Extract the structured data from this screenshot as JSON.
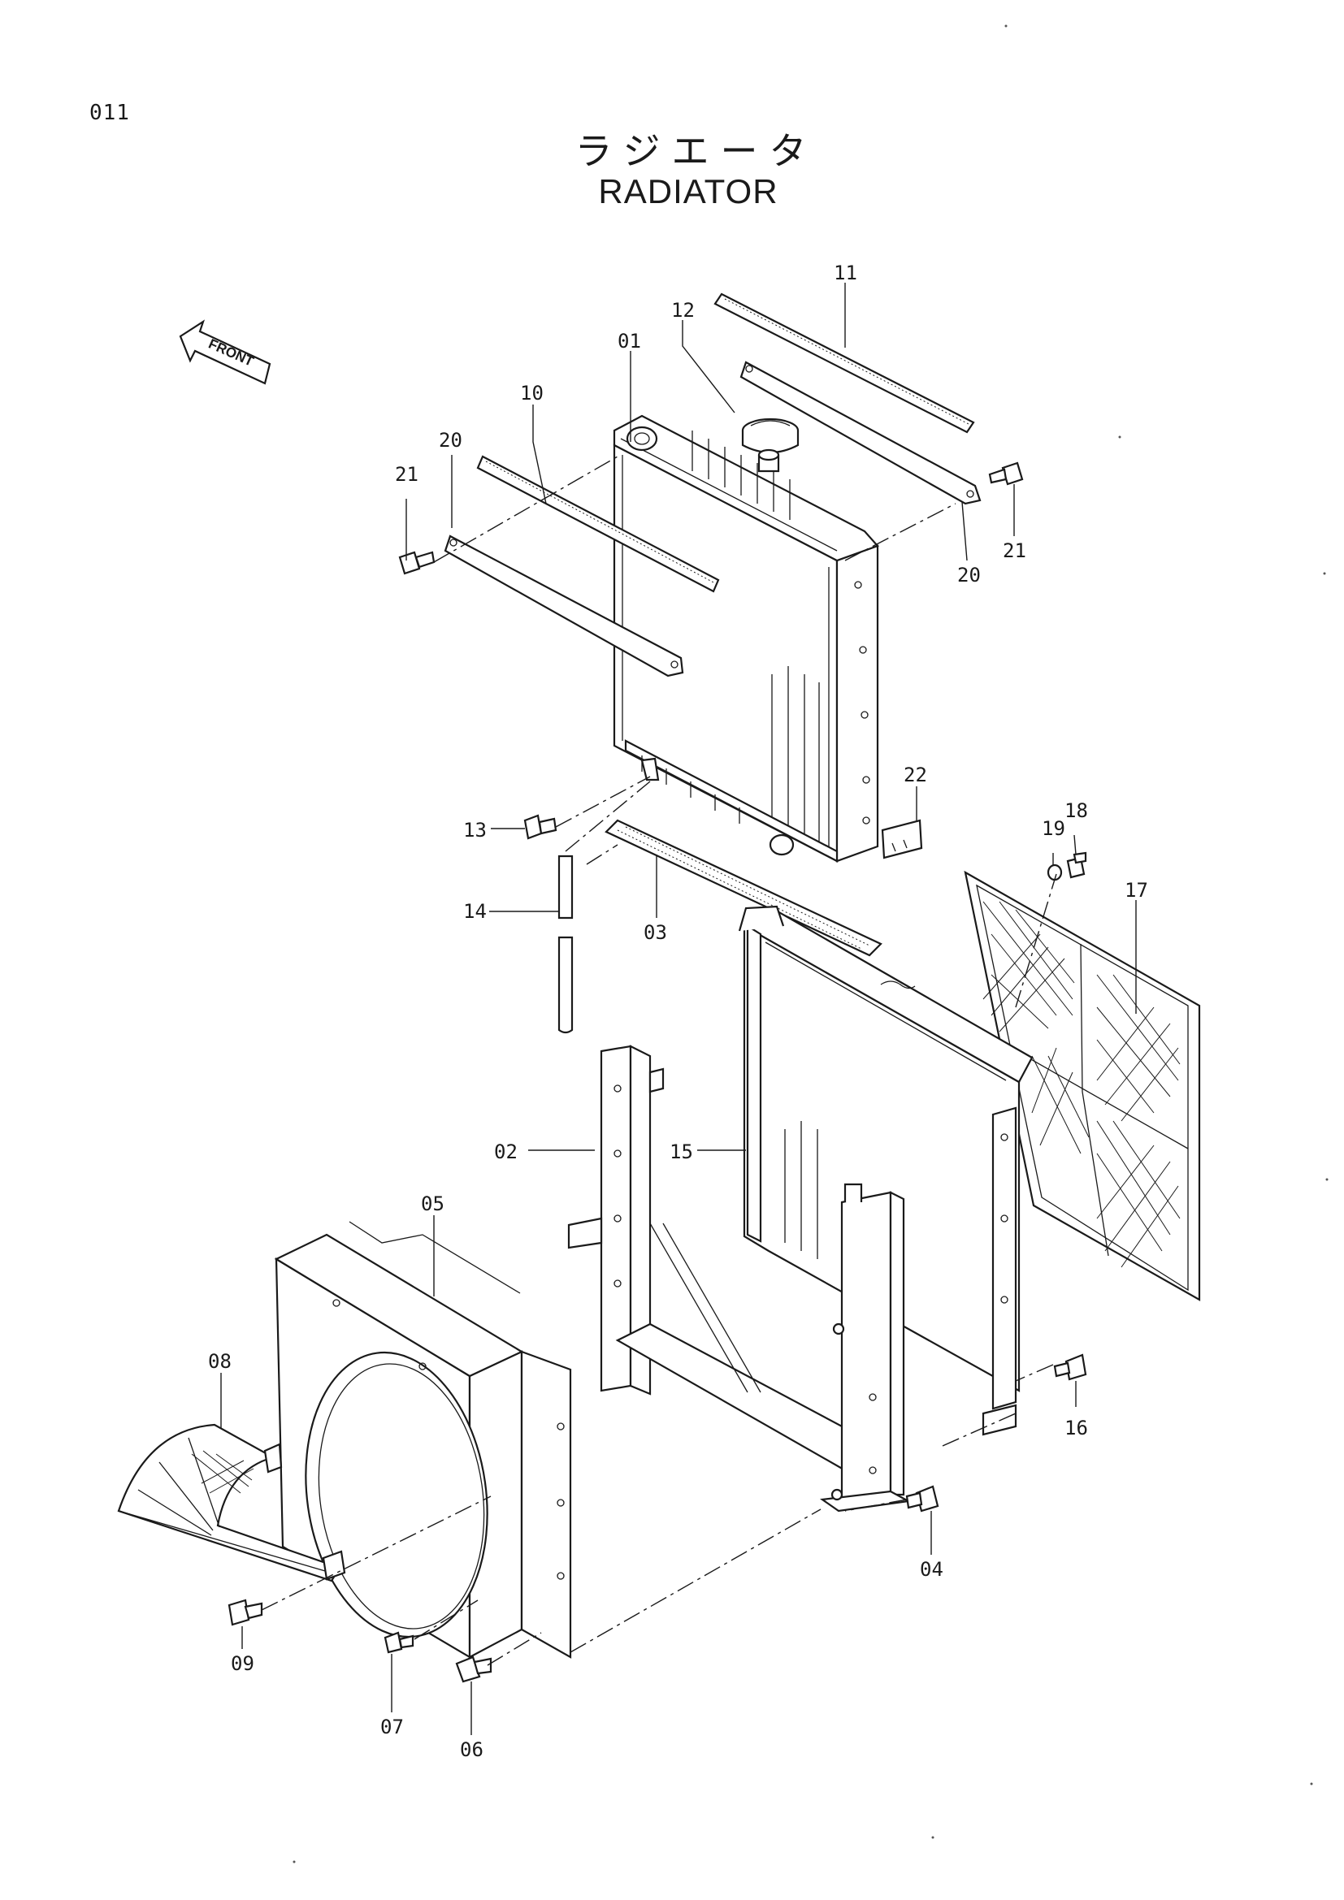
{
  "page_number": "011",
  "title_japanese": "ラジエータ",
  "title_english": "RADIATOR",
  "front_indicator": "FRONT",
  "callouts": [
    {
      "id": "c01",
      "label": "01"
    },
    {
      "id": "c02",
      "label": "02"
    },
    {
      "id": "c03",
      "label": "03"
    },
    {
      "id": "c04",
      "label": "04"
    },
    {
      "id": "c05",
      "label": "05"
    },
    {
      "id": "c06",
      "label": "06"
    },
    {
      "id": "c07",
      "label": "07"
    },
    {
      "id": "c08",
      "label": "08"
    },
    {
      "id": "c09",
      "label": "09"
    },
    {
      "id": "c10",
      "label": "10"
    },
    {
      "id": "c11",
      "label": "11"
    },
    {
      "id": "c12",
      "label": "12"
    },
    {
      "id": "c13",
      "label": "13"
    },
    {
      "id": "c14",
      "label": "14"
    },
    {
      "id": "c15",
      "label": "15"
    },
    {
      "id": "c16",
      "label": "16"
    },
    {
      "id": "c17",
      "label": "17"
    },
    {
      "id": "c18",
      "label": "18"
    },
    {
      "id": "c19",
      "label": "19"
    },
    {
      "id": "c20a",
      "label": "20"
    },
    {
      "id": "c20b",
      "label": "20"
    },
    {
      "id": "c21a",
      "label": "21"
    },
    {
      "id": "c21b",
      "label": "21"
    },
    {
      "id": "c22",
      "label": "22"
    }
  ]
}
